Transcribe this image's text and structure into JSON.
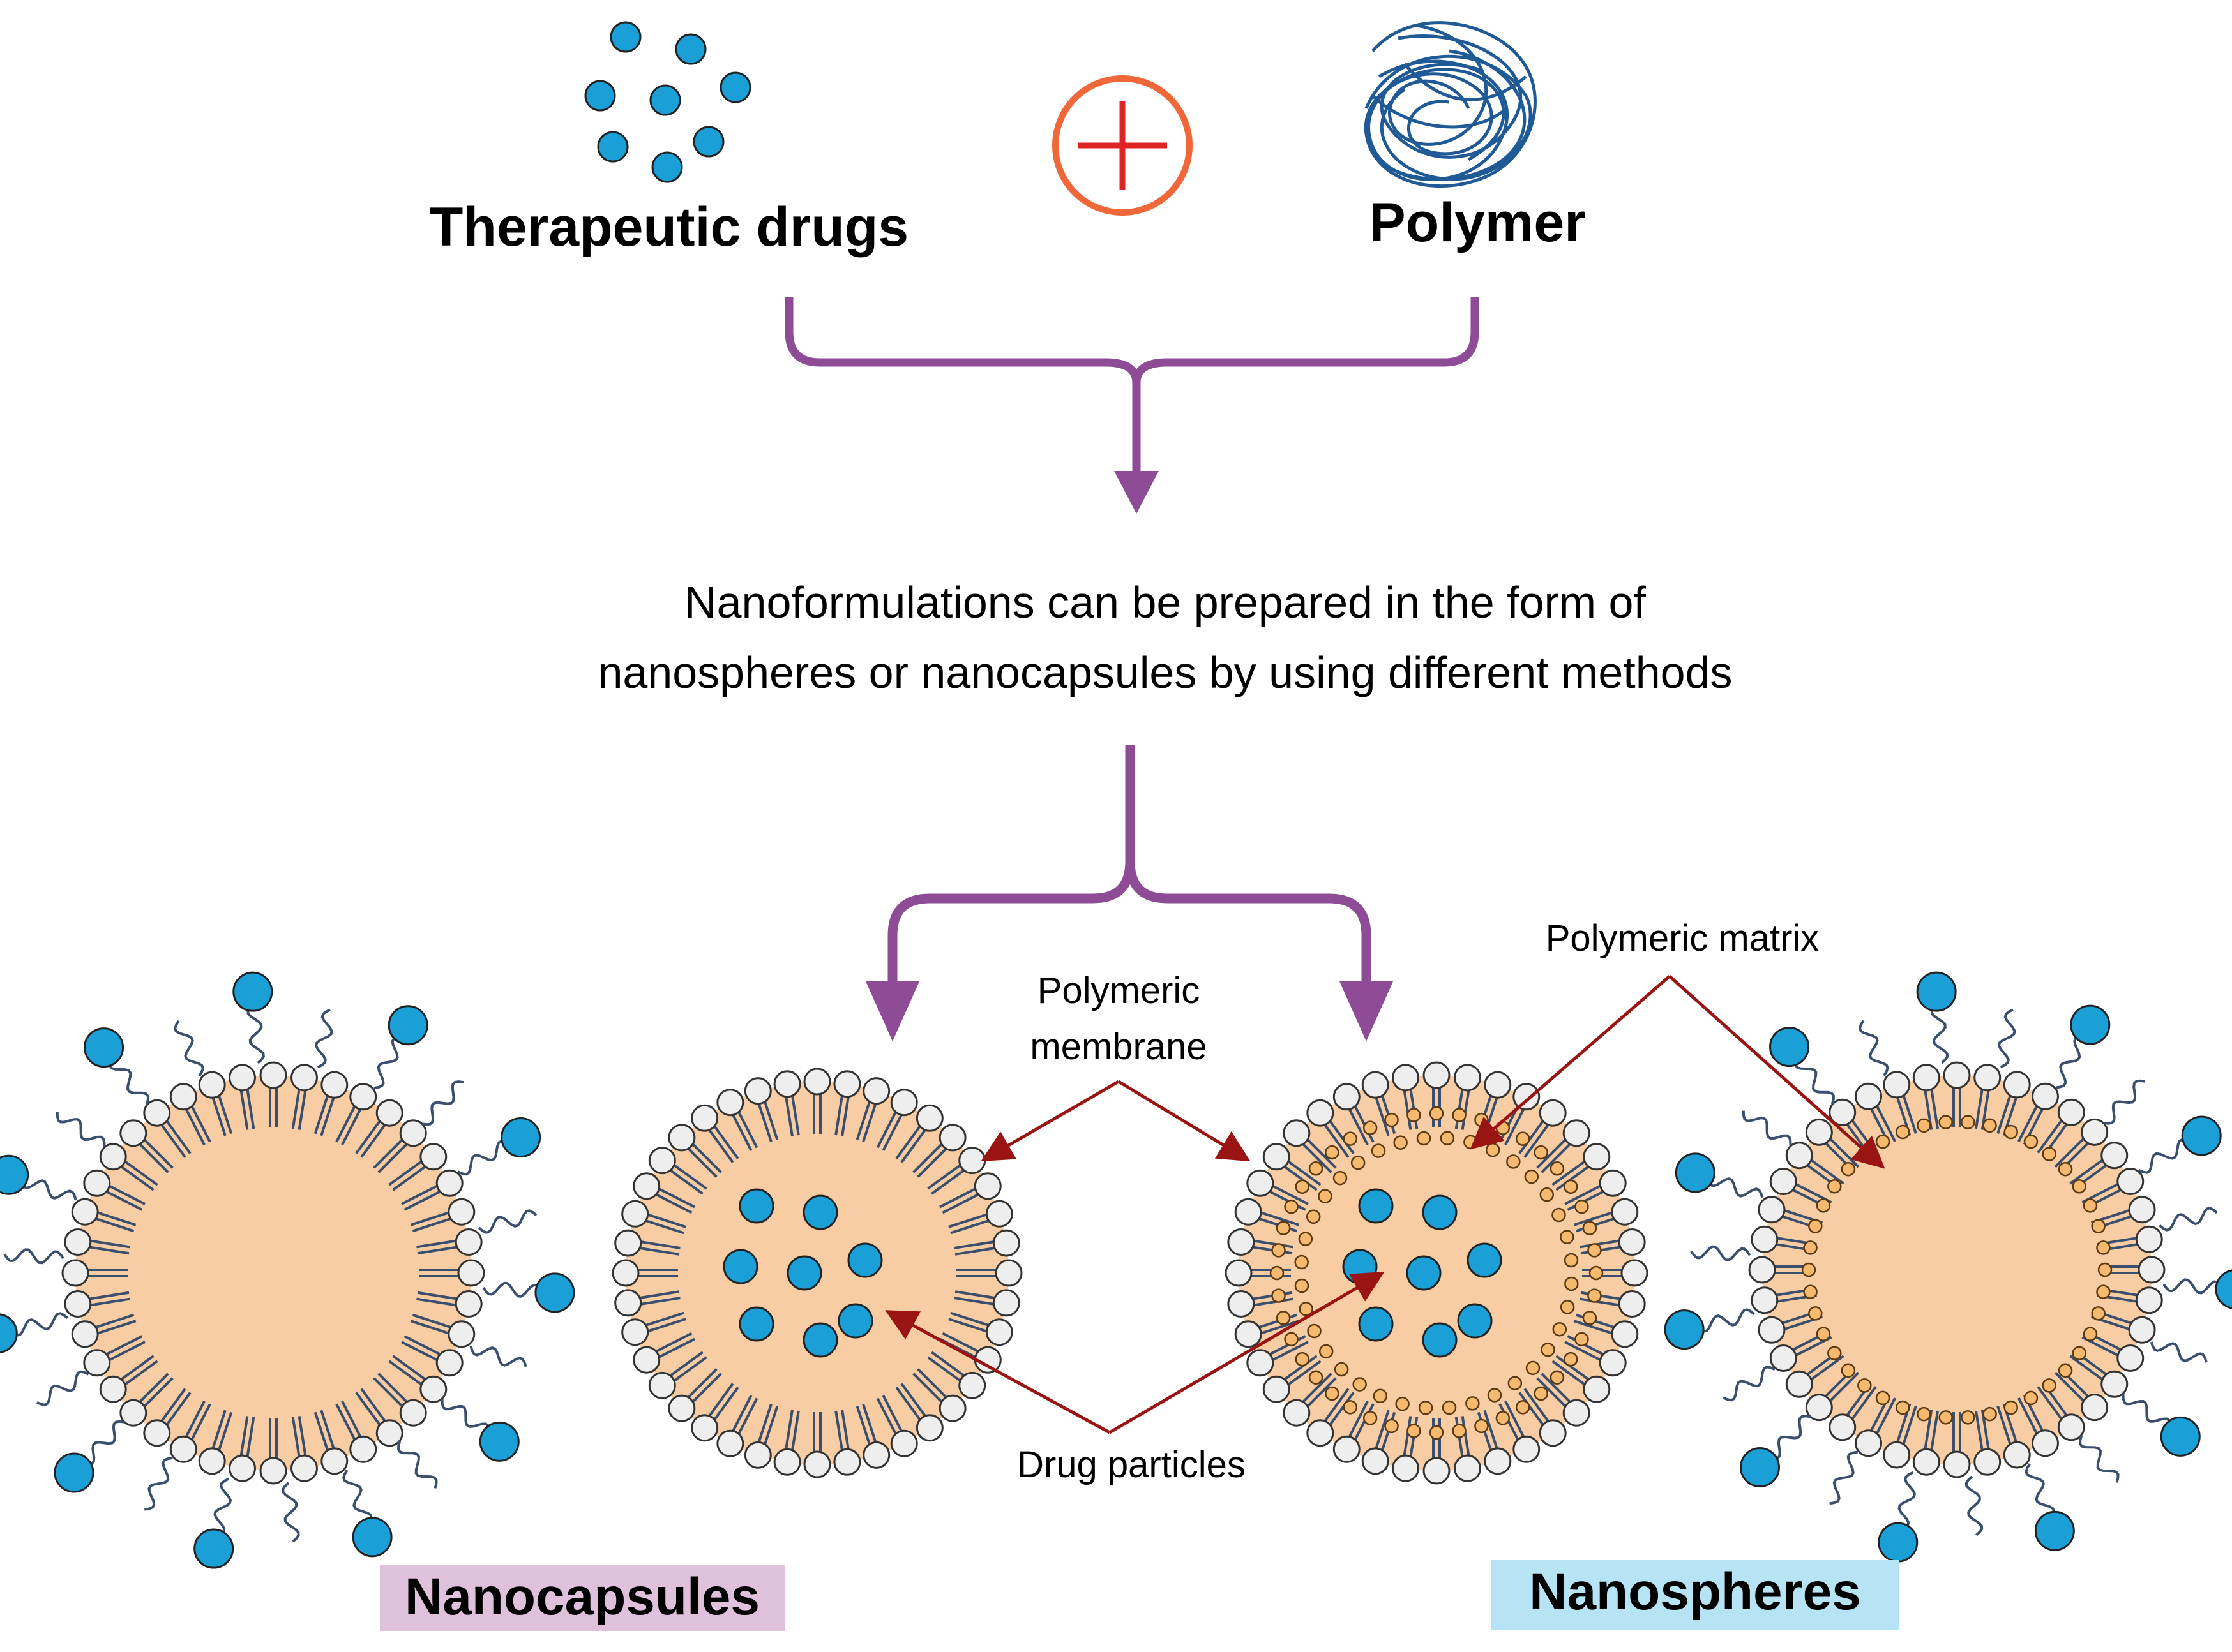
{
  "labels": {
    "therapeutic_drugs": "Therapeutic drugs",
    "polymer": "Polymer",
    "description_line1": "Nanoformulations can be prepared in the form of",
    "description_line2": "nanospheres or nanocapsules by using different methods",
    "polymeric_membrane_line1": "Polymeric",
    "polymeric_membrane_line2": "membrane",
    "polymeric_matrix": "Polymeric matrix",
    "drug_particles": "Drug particles",
    "nanocapsules": "Nanocapsules",
    "nanospheres": "Nanospheres"
  },
  "colors": {
    "drug": "#1a9fd6",
    "polymer": "#1f5a96",
    "plus_ring": "#f0673a",
    "plus_sign": "#e02424",
    "flow_arrow": "#8e4b96",
    "pointer_arrow": "#9b1414",
    "core": "#f8cda3",
    "head": "#eeeeee",
    "matrix_dot": "#f6b970",
    "nanocapsules_bg": "#dfc1dc",
    "nanospheres_bg": "#b7e4f4"
  },
  "icons": {
    "plus": "plus-circle-icon",
    "polymer": "polymer-tangle-icon"
  }
}
